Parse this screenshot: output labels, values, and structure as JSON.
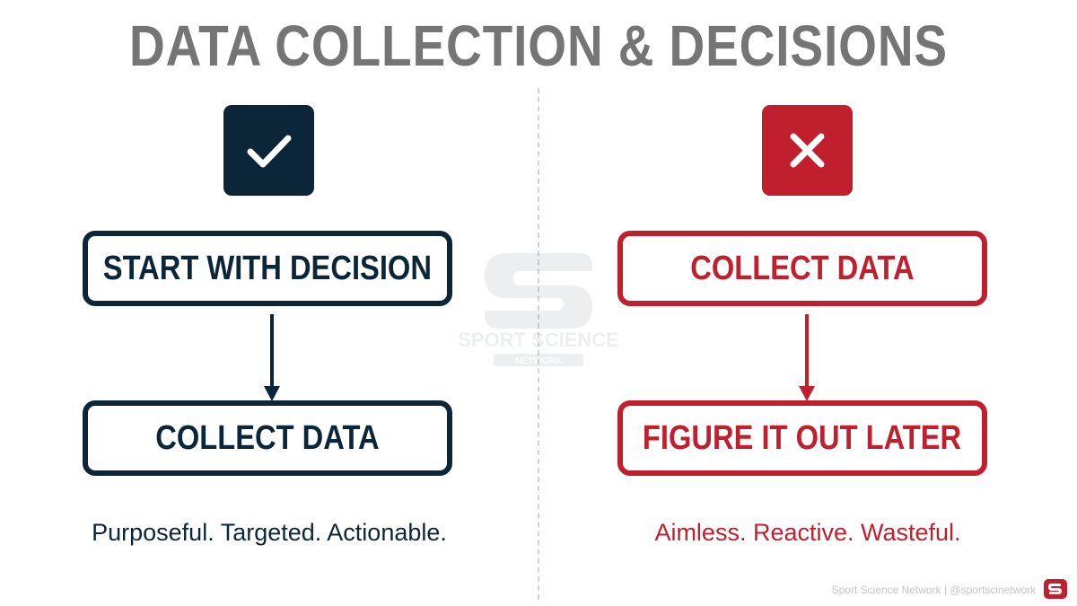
{
  "title": "DATA COLLECTION & DECISIONS",
  "watermark": {
    "line1": "SPORT SCIENCE",
    "line2": "NETWORK"
  },
  "left": {
    "icon": "checkmark-icon",
    "color": "#0b2638",
    "steps": [
      "START WITH DECISION",
      "COLLECT DATA"
    ],
    "tagline": "Purposeful. Targeted. Actionable."
  },
  "right": {
    "icon": "x-mark-icon",
    "color": "#c0202d",
    "steps": [
      "COLLECT DATA",
      "FIGURE IT OUT LATER"
    ],
    "tagline": "Aimless. Reactive. Wasteful."
  },
  "footer": {
    "text": "Sport Science Network | @sportscinetwork",
    "logo": "sport-science-network-logo"
  }
}
